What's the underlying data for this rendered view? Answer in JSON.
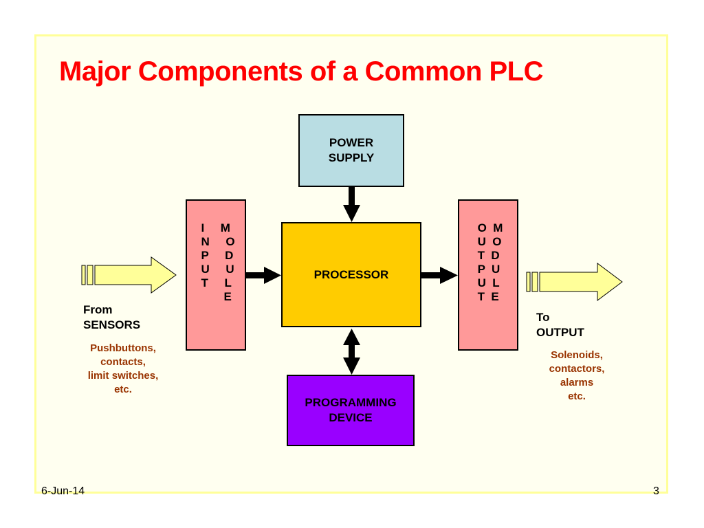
{
  "title": "Major Components of a Common PLC",
  "blocks": {
    "power_supply": "POWER\nSUPPLY",
    "processor": "PROCESSOR",
    "programming_device": "PROGRAMMING\nDEVICE",
    "input_module": "I     M\nN     O\nP     D\nU     U\nT     L\n       E",
    "output_module": "O  M\nU  O\nT  D\nP  U\nU  L\nT  E"
  },
  "left_side": {
    "source_label": "From\nSENSORS",
    "examples": "Pushbuttons,\ncontacts,\nlimit switches,\netc."
  },
  "right_side": {
    "target_label": "To\nOUTPUT",
    "examples": "Solenoids,\ncontactors,\nalarms\netc."
  },
  "footer": {
    "date": "6-Jun-14",
    "page_number": "3"
  },
  "colors": {
    "title": "#ff0000",
    "power_supply": "#b9dde3",
    "processor": "#ffcc00",
    "programming_device": "#9900ff",
    "modules": "#ff9999",
    "signal_arrows": "#ffff99",
    "example_text": "#993300"
  }
}
